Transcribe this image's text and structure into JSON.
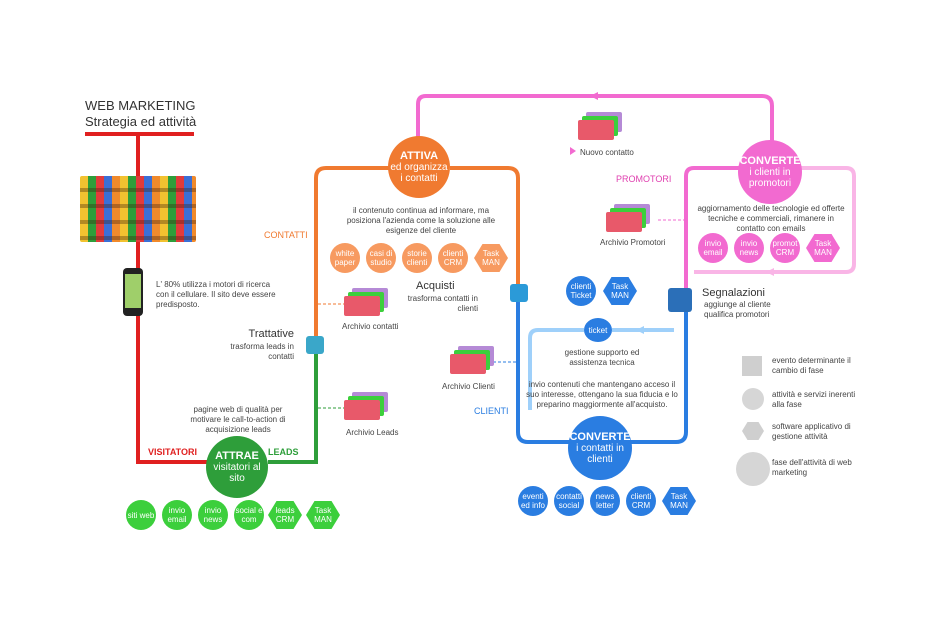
{
  "title": {
    "line1": "WEB MARKETING",
    "line2": "Strategia ed attività"
  },
  "visitatori": {
    "label": "VISITATORI",
    "phone_text": "L' 80% utilizza i motori di ricerca con il cellulare. Il sito deve essere predisposto."
  },
  "attrae": {
    "title": "ATTRAE",
    "subtitle": "visitatori al sito",
    "desc": "pagine web di qualità per motivare le call-to-action di acquisizione leads",
    "items": [
      {
        "label": "siti web"
      },
      {
        "label": "invio email"
      },
      {
        "label": "invio news"
      },
      {
        "label": "social e com"
      },
      {
        "label": "leads CRM"
      },
      {
        "label": "Task MAN"
      }
    ]
  },
  "leads": {
    "label": "LEADS",
    "archive": "Archivio Leads"
  },
  "trattative": {
    "title": "Trattative",
    "desc": "trasforma leads in contatti"
  },
  "contatti": {
    "label": "CONTATTI",
    "archive": "Archivio contatti"
  },
  "attiva": {
    "title": "ATTIVA",
    "subtitle": "ed organizza i contatti",
    "desc": "il contenuto continua ad informare, ma posiziona l'azienda come la soluzione alle esigenze del cliente",
    "items": [
      {
        "label": "white paper"
      },
      {
        "label": "casi di studio"
      },
      {
        "label": "storie clienti"
      },
      {
        "label": "clienti CRM"
      },
      {
        "label": "Task MAN"
      }
    ]
  },
  "acquisti": {
    "title": "Acquisti",
    "desc": "trasforma contatti in clienti"
  },
  "clienti": {
    "label": "CLIENTI",
    "archive": "Archivio Clienti",
    "top_items": [
      {
        "label": "clienti Ticket"
      },
      {
        "label": "Task MAN"
      }
    ],
    "ticket": "ticket",
    "support": "gestione supporto ed assistenza tecnica",
    "desc": "invio contenuti che mantengano acceso il suo interesse, ottengano la sua fiducia e lo preparino maggiormente all'acquisto."
  },
  "converte_clienti": {
    "title": "CONVERTE",
    "subtitle": "i contatti in clienti",
    "items": [
      {
        "label": "eventi ed info"
      },
      {
        "label": "contatti social"
      },
      {
        "label": "news letter"
      },
      {
        "label": "clienti CRM"
      },
      {
        "label": "Task MAN"
      }
    ]
  },
  "nuovo_contatto": "Nuovo contatto",
  "promotori": {
    "label": "PROMOTORI",
    "archive": "Archivio Promotori"
  },
  "converte_promotori": {
    "title": "CONVERTE",
    "subtitle": "i clienti in promotori",
    "desc": "aggiornamento delle tecnologie ed offerte tecniche e commerciali, rimanere in contatto con emails",
    "items": [
      {
        "label": "invio email"
      },
      {
        "label": "invio news"
      },
      {
        "label": "promot CRM"
      },
      {
        "label": "Task MAN"
      }
    ]
  },
  "segnalazioni": {
    "title": "Segnalazioni",
    "desc": "aggiunge al cliente qualifica promotori"
  },
  "legend": [
    {
      "label": "evento determinante il cambio di fase"
    },
    {
      "label": "attività e servizi inerenti alla fase"
    },
    {
      "label": "software applicativo di gestione attività"
    },
    {
      "label": "fase dell'attività di web marketing"
    }
  ],
  "colors": {
    "red": "#e02020",
    "green": "#2e9e3a",
    "light_green": "#3ccf3c",
    "orange": "#f07a30",
    "pink": "#f26ad0",
    "blue": "#2a7de1",
    "light_blue": "#9fd0fa"
  }
}
